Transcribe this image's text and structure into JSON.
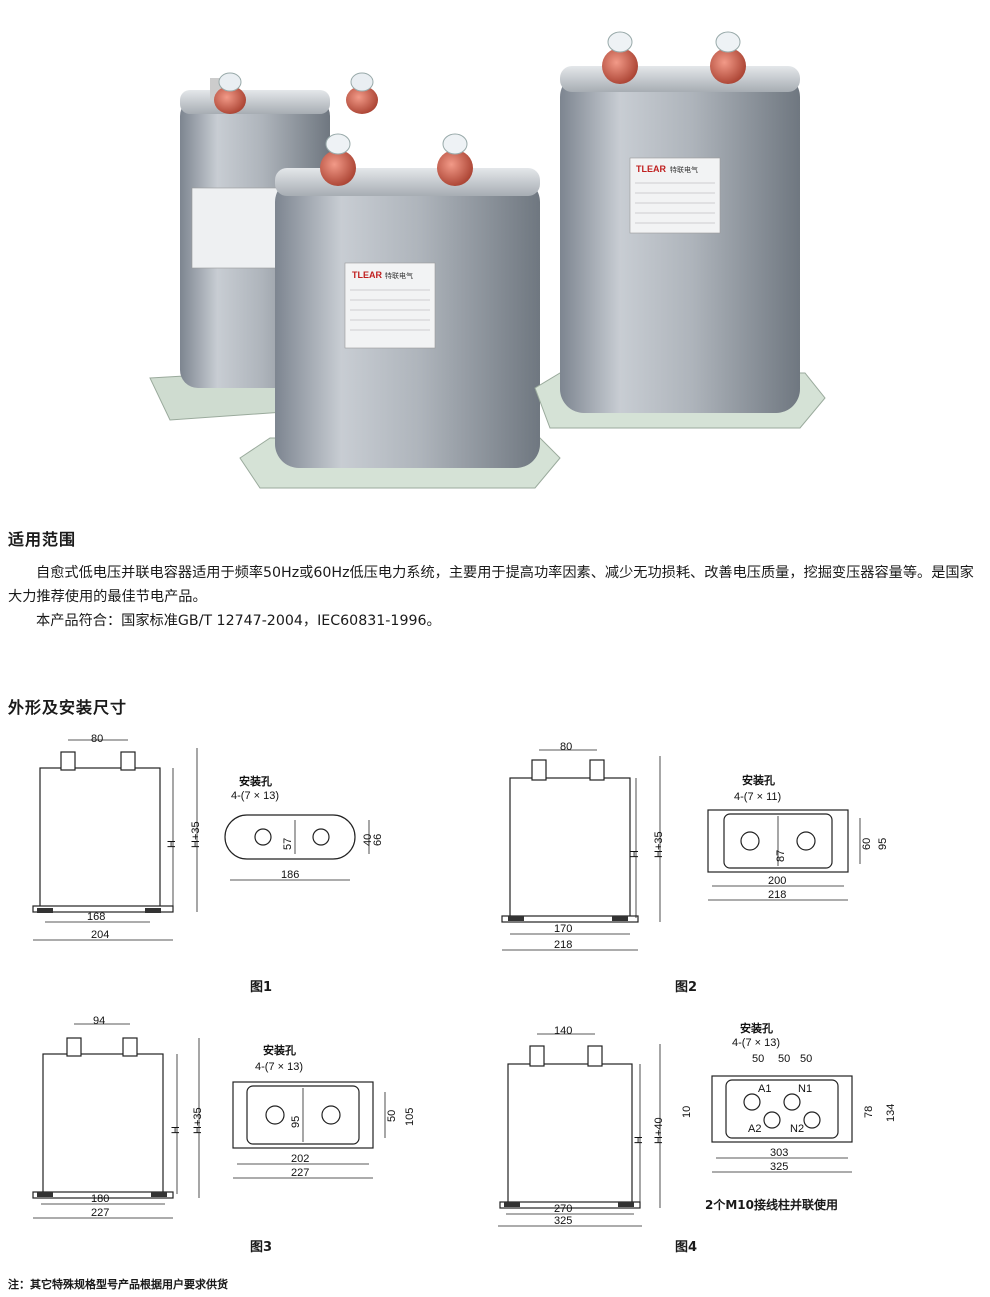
{
  "product_photo": {
    "brand": "TLEAR",
    "brand_cn": "特联电气"
  },
  "section1": {
    "title": "适用范围",
    "para1": "自愈式低电压并联电容器适用于频率50Hz或60Hz低压电力系统，主要用于提高功率因素、减少无功损耗、改善电压质量，挖掘变压器容量等。是国家大力推荐使用的最佳节电产品。",
    "para2": "本产品符合：国家标准GB/T 12747-2004，IEC60831-1996。"
  },
  "section2": {
    "title": "外形及安装尺寸"
  },
  "fig1": {
    "label": "图1",
    "top_dim": "80",
    "h": "H",
    "h35": "H+35",
    "base_inner": "168",
    "base_outer": "204",
    "hole_label": "安装孔",
    "hole_spec": "4-(7 × 13)",
    "d57": "57",
    "d40": "40",
    "d66": "66",
    "d186": "186"
  },
  "fig2": {
    "label": "图2",
    "top_dim": "80",
    "h": "H",
    "h35": "H+35",
    "base_inner": "170",
    "base_outer": "218",
    "hole_label": "安装孔",
    "hole_spec": "4-(7 × 11)",
    "d87": "87",
    "d60": "60",
    "d95": "95",
    "d200": "200",
    "d218": "218"
  },
  "fig3": {
    "label": "图3",
    "top_dim": "94",
    "h": "H",
    "h35": "H+35",
    "base_inner": "180",
    "base_outer": "227",
    "hole_label": "安装孔",
    "hole_spec": "4-(7 × 13)",
    "d95": "95",
    "d50": "50",
    "d105": "105",
    "d202": "202",
    "d227": "227"
  },
  "fig4": {
    "label": "图4",
    "top_dim": "140",
    "h": "H",
    "h40": "H+40",
    "base_inner": "270",
    "base_outer": "325",
    "hole_label": "安装孔",
    "hole_spec": "4-(7 × 13)",
    "d50a": "50",
    "d50b": "50",
    "d50c": "50",
    "a1": "A1",
    "a2": "A2",
    "n1": "N1",
    "n2": "N2",
    "d10": "10",
    "d78": "78",
    "d134": "134",
    "d303": "303",
    "d325": "325",
    "note": "2个M10接线柱并联使用"
  },
  "footnote": "注：其它特殊规格型号产品根据用户要求供货"
}
